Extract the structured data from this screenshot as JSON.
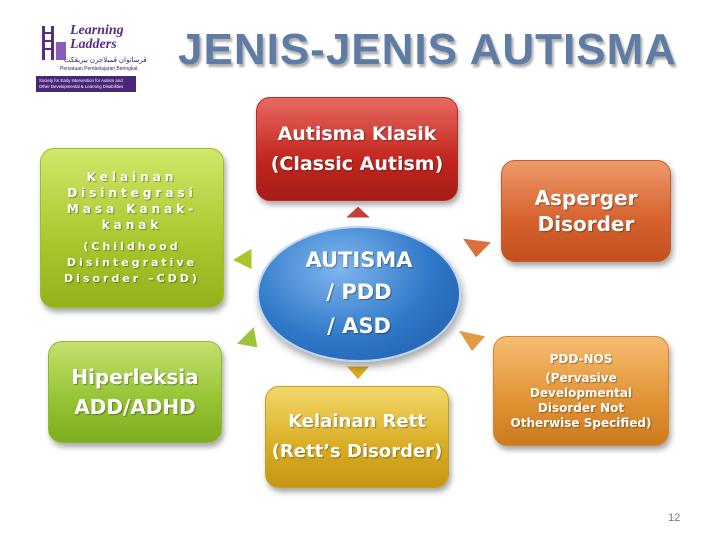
{
  "title": "JENIS-JENIS AUTISMA",
  "logo": {
    "name_line1": "Learning",
    "name_line2": "Ladders",
    "jawi_text": "ڤرساتوان ڤمبلاجرن بيريڠکت",
    "subtitle": "Persatuan Pembelajaran Beringkat",
    "band_text": "Society for Early Intervention for Autism and Other Developmental & Learning Disabilities"
  },
  "center": {
    "line1": "AUTISMA",
    "line2": "/ PDD",
    "line3": "/ ASD"
  },
  "nodes": {
    "classic": {
      "line1": "Autisma Klasik",
      "line2": "(Classic Autism)"
    },
    "asperger": {
      "line1": "Asperger",
      "line2": "Disorder"
    },
    "pddnos": {
      "line1": "PDD-NOS",
      "line2": "(Pervasive Developmental Disorder Not Otherwise Specified)"
    },
    "rett": {
      "line1": "Kelainan Rett",
      "line2": "(Rett’s Disorder)"
    },
    "hyper": {
      "line1": "Hiperleksia",
      "line2": "ADD/ADHD"
    },
    "cdd": {
      "line1": "Kelainan Disintegrasi Masa Kanak-kanak",
      "line2": "(Childhood Disintegrative Disorder –CDD)"
    }
  },
  "page_number": "12",
  "colors": {
    "title": "#5f7da4",
    "classic": "#c2261f",
    "asperger": "#d5612e",
    "pddnos": "#e19233",
    "rett": "#d9ac22",
    "hyper": "#94c232",
    "cdd": "#a8c62c",
    "center": "#2f78c8"
  }
}
